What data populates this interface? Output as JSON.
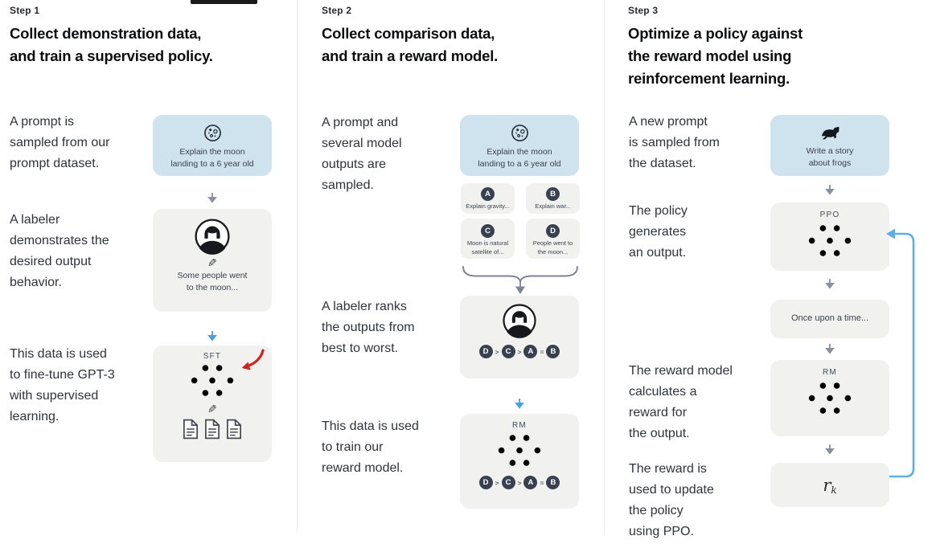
{
  "colors": {
    "prompt_box_bg": "#cfe3ee",
    "card_bg": "#f1f1ef",
    "accent_blue_arrow": "#46a2de",
    "gray_arrow": "#8a909c",
    "feedback_arrow": "#5fade2",
    "rank_circle": "#394050",
    "annotation_red": "#d0241b"
  },
  "icons": {
    "pencil": "✎"
  },
  "steps": [
    {
      "label": "Step 1",
      "title": "Collect demonstration data,\nand train a supervised policy.",
      "captions": {
        "prompt": "A prompt is\nsampled from our\nprompt dataset.",
        "labeler": "A labeler\ndemonstrates the\ndesired output\nbehavior.",
        "finetune": "This data is used\nto fine-tune GPT-3\nwith supervised\nlearning."
      },
      "prompt_box": "Explain the moon\nlanding to a 6 year old",
      "demo_box": "Some people went\nto the moon...",
      "model_label": "SFT"
    },
    {
      "label": "Step 2",
      "title": "Collect comparison data,\nand train a reward model.",
      "captions": {
        "prompt": "A prompt and\nseveral model\noutputs are\nsampled.",
        "rank": "A labeler ranks\nthe outputs from\nbest to worst.",
        "train": "This data is used\nto train our\nreward model."
      },
      "prompt_box": "Explain the moon\nlanding to a 6 year old",
      "outputs": [
        {
          "letter": "A",
          "text": "Explain gravity..."
        },
        {
          "letter": "B",
          "text": "Explain war..."
        },
        {
          "letter": "C",
          "text": "Moon is natural\nsatellite of..."
        },
        {
          "letter": "D",
          "text": "People went to\nthe moon..."
        }
      ],
      "ranking": {
        "items": [
          "D",
          "C",
          "A",
          "B"
        ],
        "seps": [
          ">",
          ">",
          "="
        ]
      },
      "model_label": "RM"
    },
    {
      "label": "Step 3",
      "title": "Optimize a policy against\nthe reward model using\nreinforcement learning.",
      "captions": {
        "prompt": "A new prompt\nis sampled from\nthe dataset.",
        "policy": "The policy\ngenerates\nan output.",
        "reward": "The reward model\ncalculates a\nreward for\nthe output.",
        "update": "The reward is\nused to update\nthe policy\nusing PPO."
      },
      "prompt_box": "Write a story\nabout frogs",
      "ppo_label": "PPO",
      "output_box": "Once upon a time...",
      "rm_label": "RM",
      "reward": {
        "base": "r",
        "sub": "k"
      }
    }
  ]
}
